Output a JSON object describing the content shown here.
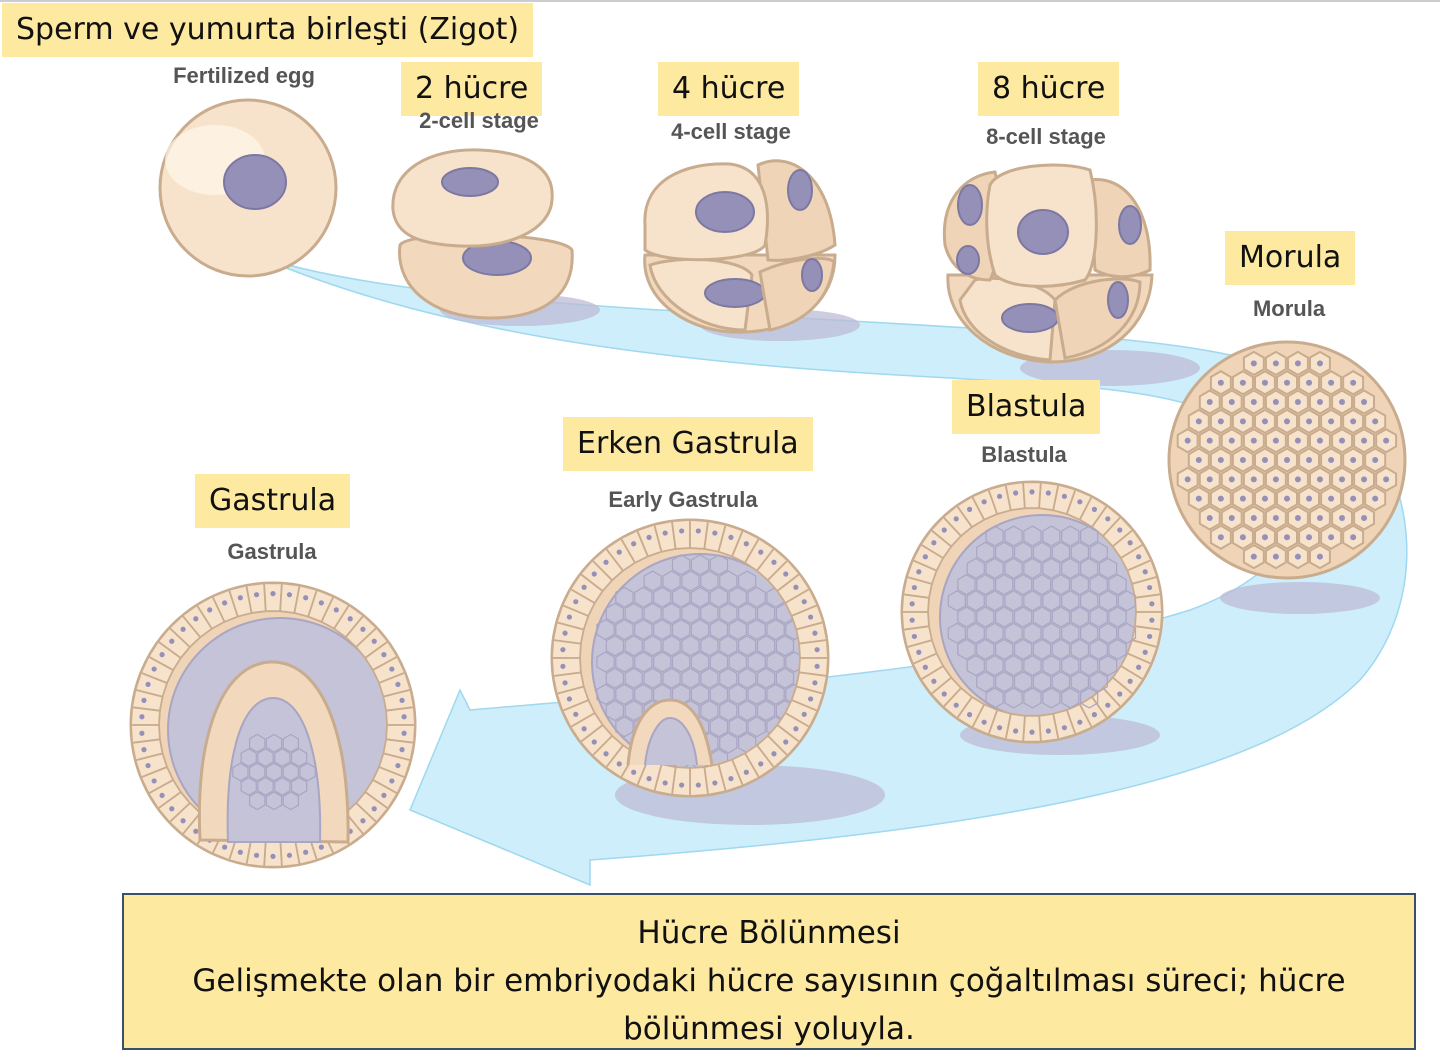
{
  "colors": {
    "label_bg": "#fde9a0",
    "path_fill": "#cdeefa",
    "cell_fill": "#f7e3cb",
    "cell_stroke": "#c9ac8e",
    "nucleus": "#9590b8",
    "cavity": "#c4c3d8",
    "caption_border": "#3a4f6a"
  },
  "labels_tr": {
    "zygote": "Sperm ve yumurta birleşti (Zigot)",
    "two_cell": "2 hücre",
    "four_cell": "4 hücre",
    "eight_cell": "8 hücre",
    "morula": "Morula",
    "blastula": "Blastula",
    "early_gastrula": "Erken Gastrula",
    "gastrula": "Gastrula"
  },
  "labels_en": {
    "fertilized_egg": "Fertilized egg",
    "two_cell": "2-cell stage",
    "four_cell": "4-cell stage",
    "eight_cell": "8-cell stage",
    "morula": "Morula",
    "blastula": "Blastula",
    "early_gastrula": "Early Gastrula",
    "gastrula": "Gastrula"
  },
  "caption": {
    "title": "Hücre Bölünmesi",
    "line1": "Gelişmekte olan bir embriyodaki hücre sayısının çoğaltılması süreci; hücre",
    "line2": "bölünmesi yoluyla."
  }
}
